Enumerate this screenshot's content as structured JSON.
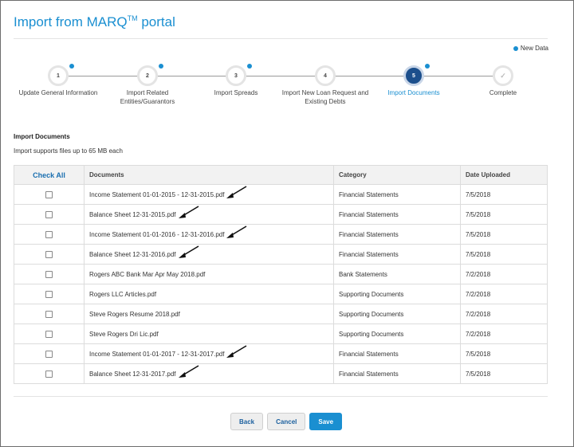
{
  "page": {
    "title_prefix": "Import from MARQ",
    "title_sup": "TM",
    "title_suffix": " portal",
    "legend_label": "New Data"
  },
  "stepper": {
    "steps": [
      {
        "number": "1",
        "label": "Update General Information",
        "new_data": true,
        "state": "pending"
      },
      {
        "number": "2",
        "label": "Import Related Entities/Guarantors",
        "new_data": true,
        "state": "pending"
      },
      {
        "number": "3",
        "label": "Import Spreads",
        "new_data": true,
        "state": "pending"
      },
      {
        "number": "4",
        "label": "Import New Loan Request and Existing Debts",
        "new_data": false,
        "state": "pending"
      },
      {
        "number": "5",
        "label": "Import Documents",
        "new_data": true,
        "state": "active"
      },
      {
        "number": "✓",
        "label": "Complete",
        "new_data": false,
        "state": "done"
      }
    ]
  },
  "section": {
    "title": "Import Documents",
    "note": "Import supports files up to 65 MB each"
  },
  "table": {
    "check_all_label": "Check All",
    "headers": {
      "documents": "Documents",
      "category": "Category",
      "date": "Date Uploaded"
    },
    "rows": [
      {
        "document": "Income Statement 01-01-2015 - 12-31-2015.pdf",
        "category": "Financial Statements",
        "date": "7/5/2018",
        "arrow": true
      },
      {
        "document": "Balance Sheet 12-31-2015.pdf",
        "category": "Financial Statements",
        "date": "7/5/2018",
        "arrow": true
      },
      {
        "document": "Income Statement 01-01-2016 - 12-31-2016.pdf",
        "category": "Financial Statements",
        "date": "7/5/2018",
        "arrow": true
      },
      {
        "document": "Balance Sheet 12-31-2016.pdf",
        "category": "Financial Statements",
        "date": "7/5/2018",
        "arrow": true
      },
      {
        "document": "Rogers ABC Bank Mar Apr May 2018.pdf",
        "category": "Bank Statements",
        "date": "7/2/2018",
        "arrow": false
      },
      {
        "document": "Rogers LLC Articles.pdf",
        "category": "Supporting Documents",
        "date": "7/2/2018",
        "arrow": false
      },
      {
        "document": "Steve Rogers Resume 2018.pdf",
        "category": "Supporting Documents",
        "date": "7/2/2018",
        "arrow": false
      },
      {
        "document": "Steve Rogers Dri Lic.pdf",
        "category": "Supporting Documents",
        "date": "7/2/2018",
        "arrow": false
      },
      {
        "document": "Income Statement 01-01-2017 - 12-31-2017.pdf",
        "category": "Financial Statements",
        "date": "7/5/2018",
        "arrow": true
      },
      {
        "document": "Balance Sheet 12-31-2017.pdf",
        "category": "Financial Statements",
        "date": "7/5/2018",
        "arrow": true
      }
    ]
  },
  "footer": {
    "back_label": "Back",
    "cancel_label": "Cancel",
    "save_label": "Save"
  },
  "colors": {
    "accent": "#1a8fd1",
    "active_step": "#1c4f8c"
  }
}
